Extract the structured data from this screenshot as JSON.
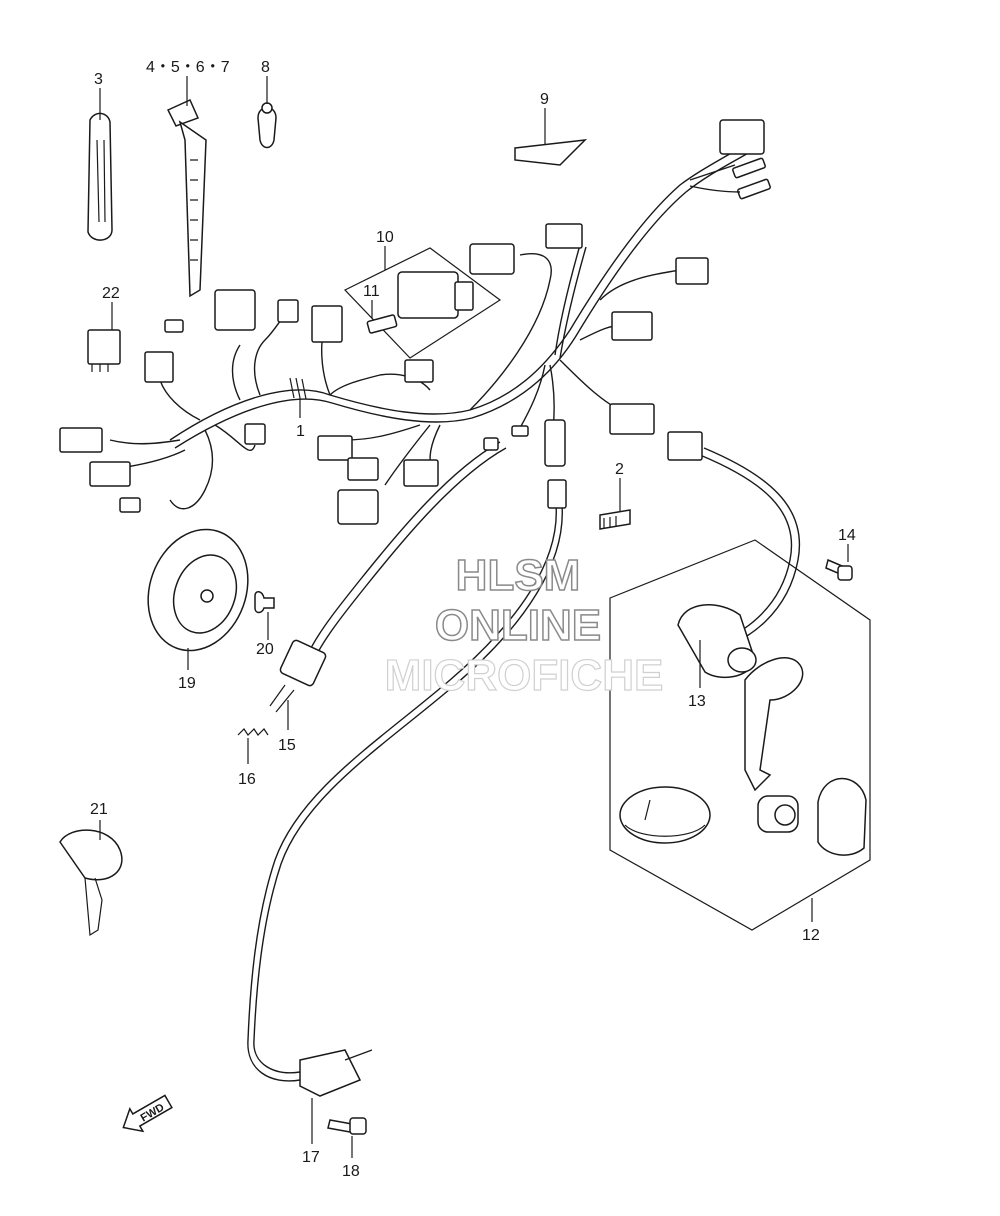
{
  "callouts": {
    "c1": "1",
    "c2": "2",
    "c3": "3",
    "c4567": "4・5・6・7",
    "c8": "8",
    "c9": "9",
    "c10": "10",
    "c11": "11",
    "c12": "12",
    "c13": "13",
    "c14": "14",
    "c15": "15",
    "c16": "16",
    "c17": "17",
    "c18": "18",
    "c19": "19",
    "c20": "20",
    "c21": "21",
    "c22": "22"
  },
  "watermark": {
    "line1": "HLSM",
    "line2": "ONLINE",
    "line3": "MICROFICHE"
  },
  "fwd_arrow": {
    "label": "FWD",
    "icon": "fwd-arrow-icon"
  }
}
